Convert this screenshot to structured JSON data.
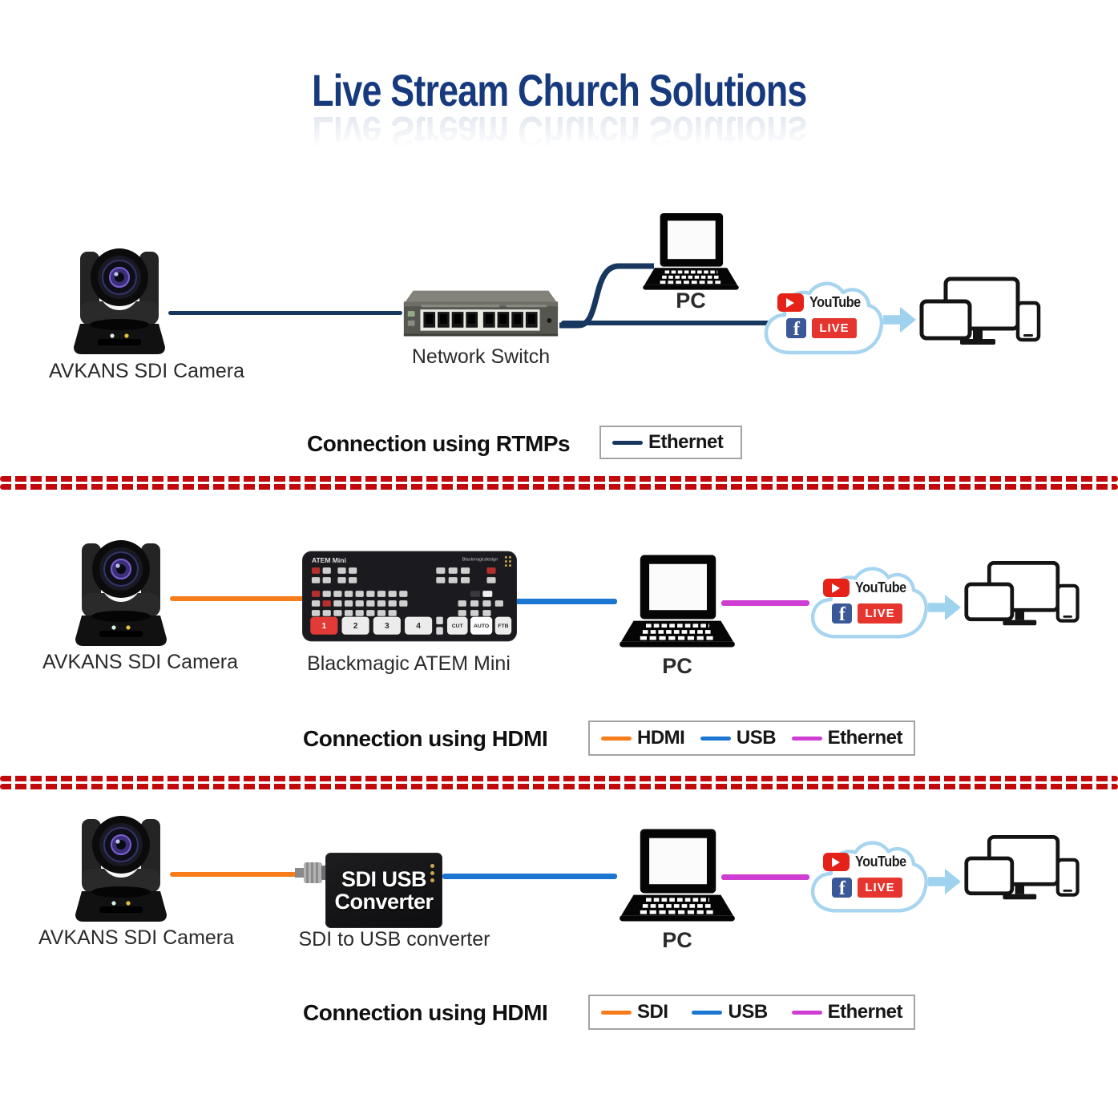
{
  "title": "Live Stream Church Solutions",
  "colors": {
    "title_navy": "#173a7e",
    "ethernet_dark": "#17375e",
    "hdmi_orange": "#f87d1a",
    "usb_blue": "#1b76d2",
    "ethernet_magenta": "#cf3ed2",
    "divider_red": "#c2090c",
    "cloud_stroke": "#a7d5f0",
    "arrow_blue": "#9ed2ef",
    "youtube_red": "#e62117",
    "facebook_blue": "#3b5998",
    "live_red": "#e5352e"
  },
  "cloud": {
    "youtube": "YouTube",
    "facebook_f": "f",
    "live": "LIVE"
  },
  "atem": {
    "title": "ATEM Mini",
    "brand": "Blackmagicdesign",
    "inputs": [
      "1",
      "2",
      "3",
      "4"
    ],
    "cut": "CUT",
    "auto": "AUTO",
    "ftb": "FTB"
  },
  "converter": {
    "line1": "SDI USB",
    "line2": "Converter"
  },
  "sections": [
    {
      "heading": "Connection using RTMPs",
      "camera_label": "AVKANS SDI Camera",
      "device_label": "Network Switch",
      "pc_label": "PC",
      "legend": [
        {
          "label": "Ethernet",
          "color": "#17375e"
        }
      ]
    },
    {
      "heading": "Connection using HDMI",
      "camera_label": "AVKANS SDI Camera",
      "device_label": "Blackmagic ATEM Mini",
      "pc_label": "PC",
      "legend": [
        {
          "label": "HDMI",
          "color": "#f87d1a"
        },
        {
          "label": "USB",
          "color": "#1b76d2"
        },
        {
          "label": "Ethernet",
          "color": "#cf3ed2"
        }
      ]
    },
    {
      "heading": "Connection using HDMI",
      "camera_label": "AVKANS SDI Camera",
      "device_label": "SDI to USB converter",
      "pc_label": "PC",
      "legend": [
        {
          "label": "SDI",
          "color": "#f87d1a"
        },
        {
          "label": "USB",
          "color": "#1b76d2"
        },
        {
          "label": "Ethernet",
          "color": "#cf3ed2"
        }
      ]
    }
  ]
}
